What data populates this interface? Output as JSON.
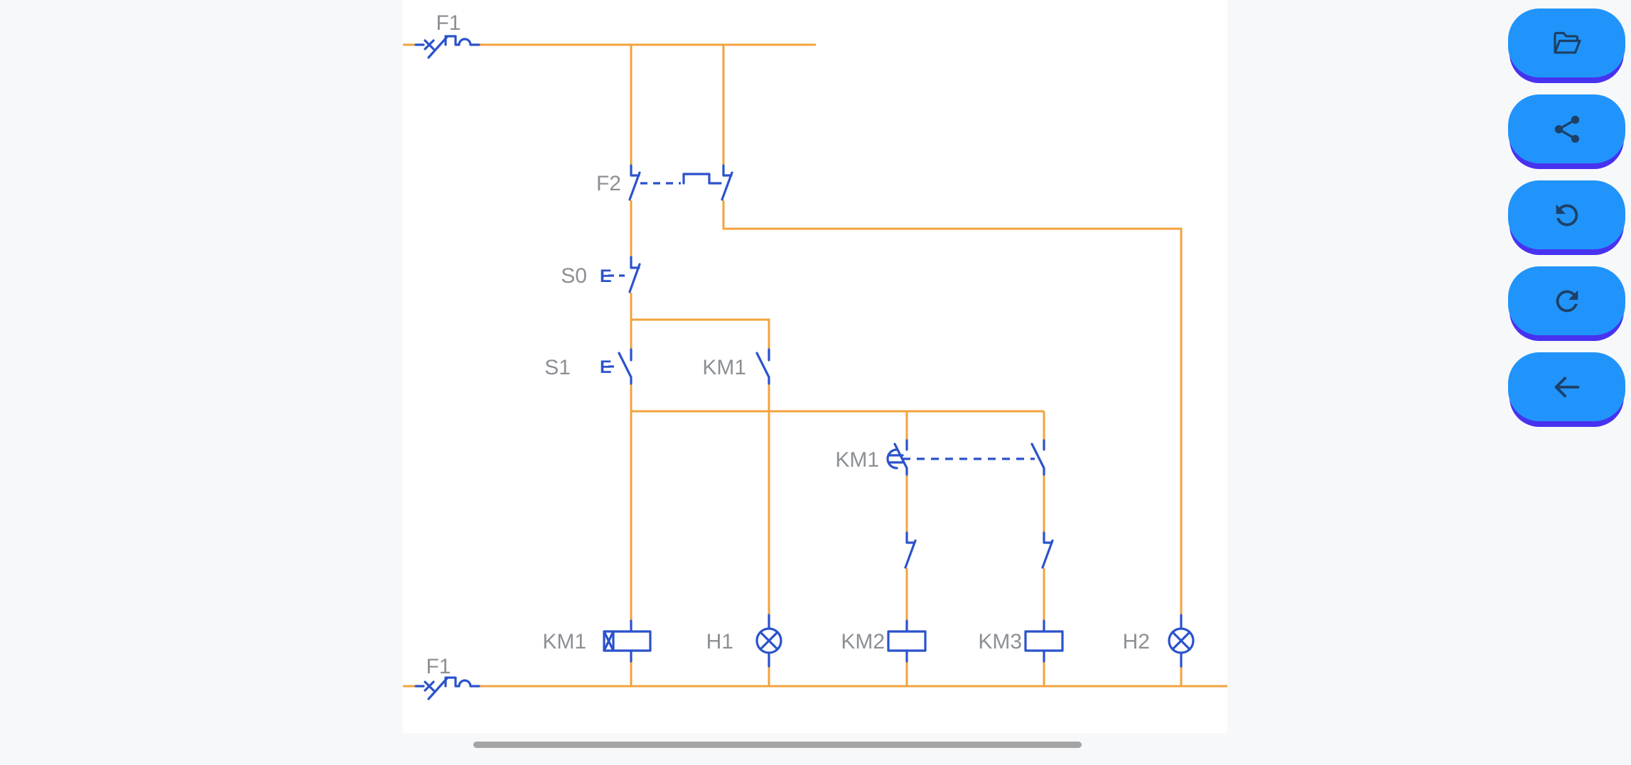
{
  "app": {
    "view": "control-circuit-schematic"
  },
  "colors": {
    "background": "#f7f8f9",
    "canvas": "#ffffff",
    "wire_orange": "#f2a33c",
    "symbol_blue": "#2a52cb",
    "label_gray": "#8c9094",
    "button_blue": "#2194fb",
    "button_shadow_indigo": "#4732f0",
    "button_icon_navy": "#1d4066",
    "scrollbar_gray": "#a4a4a4"
  },
  "toolbar": {
    "buttons": [
      {
        "id": "open",
        "icon": "folder-open-icon"
      },
      {
        "id": "share",
        "icon": "share-icon"
      },
      {
        "id": "undo",
        "icon": "undo-icon"
      },
      {
        "id": "redo",
        "icon": "redo-icon"
      },
      {
        "id": "back",
        "icon": "back-arrow-icon"
      }
    ]
  },
  "diagram": {
    "labels": {
      "f1_top": "F1",
      "f2": "F2",
      "s0": "S0",
      "s1": "S1",
      "km1_aux": "KM1",
      "km1_linked": "KM1",
      "km1_coil": "KM1",
      "h1": "H1",
      "km2": "KM2",
      "km3": "KM3",
      "h2": "H2",
      "f1_bottom": "F1",
      "s0_actuator": "E",
      "s1_actuator": "E"
    },
    "components": [
      {
        "id": "F1-top",
        "label": "F1",
        "type": "circuit-breaker"
      },
      {
        "id": "F2",
        "label": "F2",
        "type": "thermal-overload-nc-contacts"
      },
      {
        "id": "S0",
        "label": "S0",
        "type": "pushbutton-nc"
      },
      {
        "id": "S1",
        "label": "S1",
        "type": "pushbutton-no"
      },
      {
        "id": "KM1-aux",
        "label": "KM1",
        "type": "no-contact"
      },
      {
        "id": "KM1-linked",
        "label": "KM1",
        "type": "linked-no-contacts"
      },
      {
        "id": "interlock-left",
        "label": "",
        "type": "nc-contact"
      },
      {
        "id": "interlock-right",
        "label": "",
        "type": "nc-contact"
      },
      {
        "id": "KM1-coil",
        "label": "KM1",
        "type": "contactor-coil"
      },
      {
        "id": "H1",
        "label": "H1",
        "type": "indicator-lamp"
      },
      {
        "id": "KM2-coil",
        "label": "KM2",
        "type": "contactor-coil"
      },
      {
        "id": "KM3-coil",
        "label": "KM3",
        "type": "contactor-coil"
      },
      {
        "id": "H2",
        "label": "H2",
        "type": "indicator-lamp"
      },
      {
        "id": "F1-bottom",
        "label": "F1",
        "type": "circuit-breaker"
      }
    ]
  },
  "scrollbar": {
    "orientation": "horizontal"
  }
}
